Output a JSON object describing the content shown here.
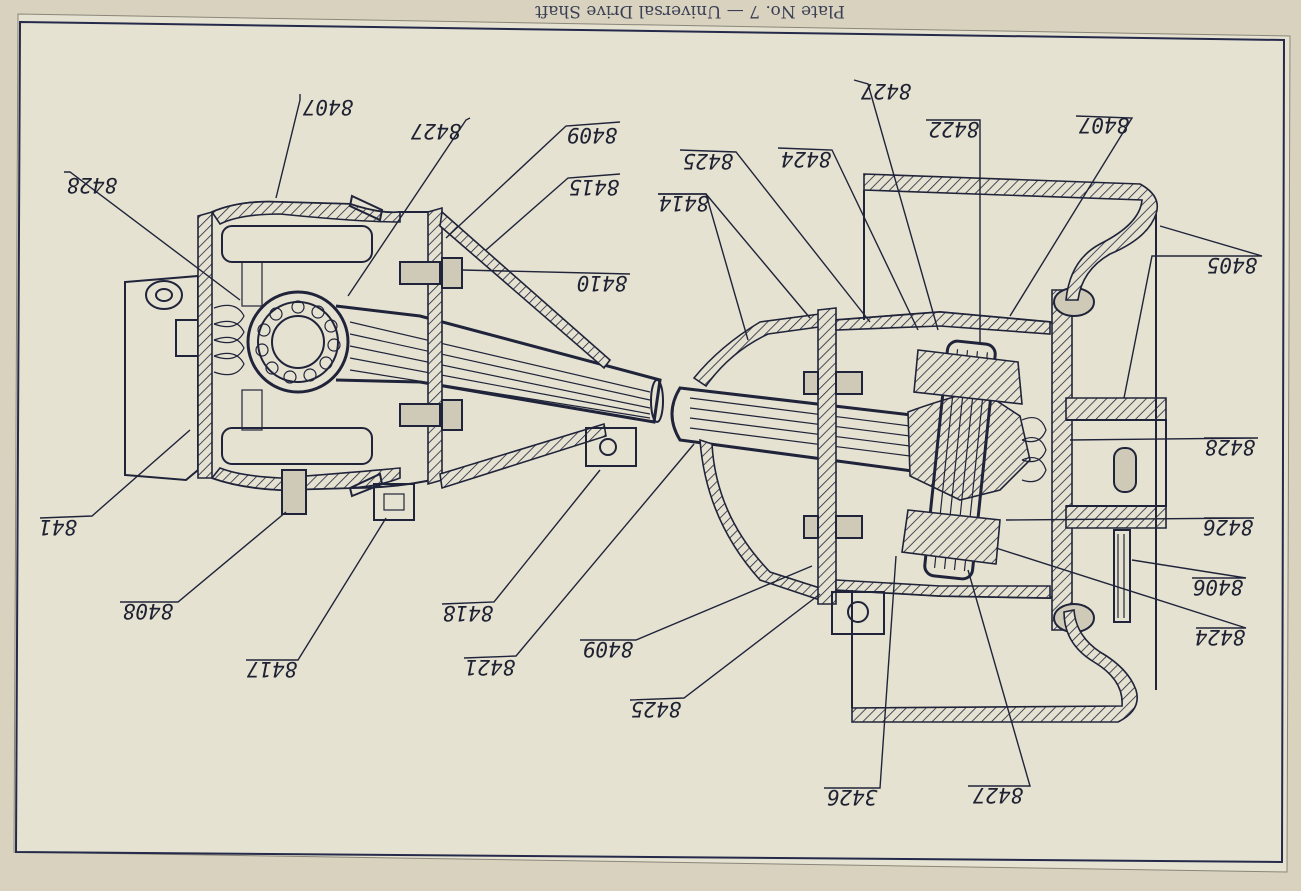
{
  "header": {
    "text": "Plate No. 7 — Universal Drive Shaft"
  },
  "colors": {
    "paper": "#e6e2d2",
    "margin": "#d9d2bf",
    "ink": "#20243a"
  },
  "callouts": [
    {
      "id": "c8407a",
      "label": "8407"
    },
    {
      "id": "c8427a",
      "label": "8427"
    },
    {
      "id": "c8409a",
      "label": "8409"
    },
    {
      "id": "c8415",
      "label": "8415"
    },
    {
      "id": "c8428a",
      "label": "8428"
    },
    {
      "id": "c8410",
      "label": "8410"
    },
    {
      "id": "c841",
      "label": "841"
    },
    {
      "id": "c8408",
      "label": "8408"
    },
    {
      "id": "c8417",
      "label": "8417"
    },
    {
      "id": "c8418",
      "label": "8418"
    },
    {
      "id": "c8421",
      "label": "8421"
    },
    {
      "id": "c8409b",
      "label": "8409"
    },
    {
      "id": "c8425a",
      "label": "8425"
    },
    {
      "id": "c8425b",
      "label": "8425"
    },
    {
      "id": "c8424a",
      "label": "8424"
    },
    {
      "id": "c8414",
      "label": "8414"
    },
    {
      "id": "c8427b",
      "label": "8427"
    },
    {
      "id": "c8422",
      "label": "8422"
    },
    {
      "id": "c8407b",
      "label": "8407"
    },
    {
      "id": "c8405",
      "label": "8405"
    },
    {
      "id": "c8428b",
      "label": "8428"
    },
    {
      "id": "c8426a",
      "label": "8426"
    },
    {
      "id": "c8406",
      "label": "8406"
    },
    {
      "id": "c8424b",
      "label": "8424"
    },
    {
      "id": "c3426",
      "label": "3426"
    },
    {
      "id": "c8427c",
      "label": "8427"
    }
  ]
}
